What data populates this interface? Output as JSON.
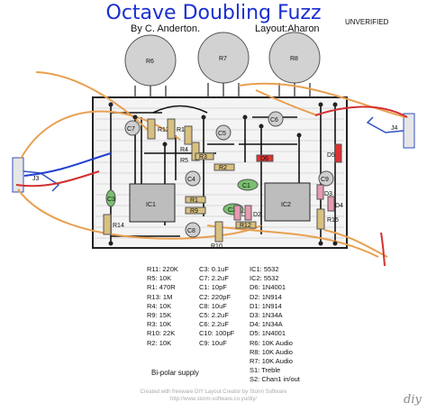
{
  "title": "Octave Doubling Fuzz",
  "author": "By C. Anderton.",
  "layout_by": "Layout:Aharon",
  "status": "UNVERIFIED",
  "pots": [
    "R6",
    "R7",
    "R8"
  ],
  "jacks": [
    "J3",
    "J4"
  ],
  "board": {
    "ics": [
      "IC1",
      "IC2"
    ],
    "caps": [
      "C7",
      "C5",
      "C6",
      "C4",
      "C1",
      "C9",
      "C8",
      "C2",
      "C3"
    ],
    "resistors": [
      "R13",
      "R11",
      "R4",
      "R5",
      "R3",
      "R2",
      "R1",
      "R9",
      "R10",
      "R12",
      "R14",
      "R15"
    ],
    "diodes": [
      "D6",
      "D5",
      "D1",
      "D2",
      "D3",
      "D4"
    ]
  },
  "parts_col1": [
    "R11: 220K",
    "R5: 10K",
    "R1: 470R",
    "R13: 1M",
    "R4: 10K",
    "R9: 15K",
    "R3: 10K",
    "R10: 22K",
    "R2: 10K"
  ],
  "parts_col2": [
    "C3: 0.1uF",
    "C7: 2.2uF",
    "C1: 10pF",
    "C2: 220pF",
    "C8: 10uF",
    "C5: 2.2uF",
    "C6: 2.2uF",
    "C10: 100pF",
    "C9: 10uF"
  ],
  "parts_col3": [
    "IC1: 5532",
    "IC2: 5532",
    "D6: 1N4001",
    "D2: 1N914",
    "D1: 1N914",
    "D3: 1N34A",
    "D4: 1N34A",
    "D5: 1N4001",
    "R6: 10K Audio",
    "R8: 10K Audio",
    "R7: 10K Audio",
    "S1: Treble",
    "S2: Chan1 in/out"
  ],
  "supply_note": "Bi-polar supply",
  "credit_line1": "Created with freeware DIY Layout Creator by Storm Software",
  "credit_line2": "http://www.storm-software.co.yu/diy/",
  "logo_text": "diy",
  "colors": {
    "title": "#1a2fd0",
    "wire_orange": "#e8a050",
    "wire_red": "#d23030",
    "wire_blue": "#2040d0",
    "board": "#f2f2f2"
  }
}
